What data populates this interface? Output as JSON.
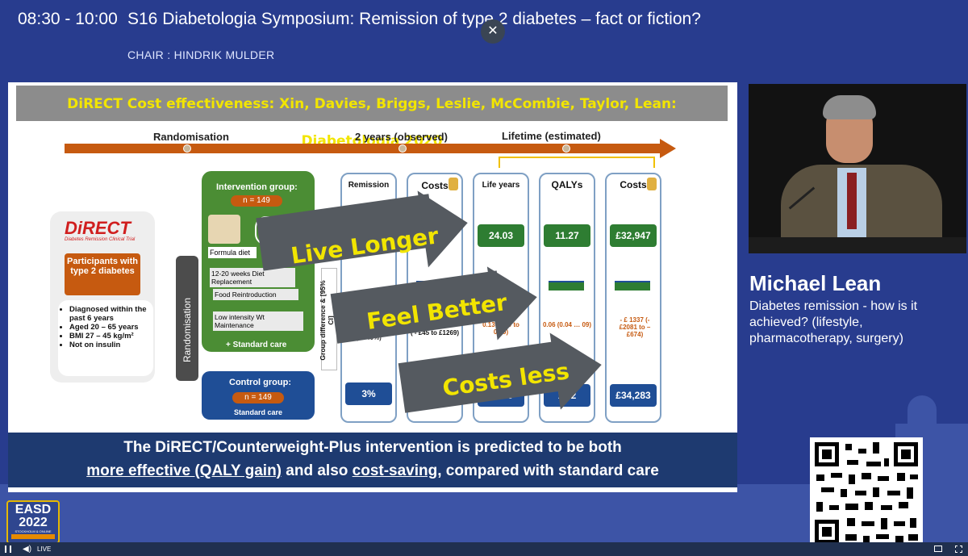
{
  "header": {
    "time": "08:30 - 10:00",
    "title": "S16 Diabetologia Symposium: Remission of type 2 diabetes – fact or fiction?",
    "chair": "CHAIR : HINDRIK MULDER",
    "close_glyph": "✕"
  },
  "slide": {
    "title": "DiRECT Cost effectiveness:  Xin, Davies, Briggs, Leslie, McCombie, Taylor, Lean: Diabetologia 2020",
    "timeline": {
      "randomisation": "Randomisation",
      "two_years": "2 years (observed)",
      "lifetime": "Lifetime (estimated)"
    },
    "direct_logo": "DiRECT",
    "direct_sub": "Diabetes Remission Clinical Trial",
    "participants": "Participants with type 2 diabetes",
    "criteria": [
      "Diagnosed within the past 6 years",
      "Aged 20 – 65 years",
      "BMI 27 – 45 kg/m²",
      "Not on insulin"
    ],
    "randomisation_label": "Randomisation",
    "group_diff_label": "Group difference & [95% CI]",
    "intervention": {
      "title": "Intervention group:",
      "n": "n = 149",
      "formula": "Formula diet",
      "steps": [
        "12-20 weeks Diet Replacement",
        "Food Reintroduction",
        "Low intensity Wt Maintenance"
      ],
      "plus": "+  Standard care"
    },
    "control": {
      "title": "Control group:",
      "n": "n = 149",
      "care": "Standard care"
    },
    "columns": [
      {
        "header": "Remission",
        "top": "",
        "mid": "(… 40%)",
        "bottom": "3%"
      },
      {
        "header": "Costs",
        "top": "",
        "mid": "( - £45 to £1269)",
        "bottom": ""
      },
      {
        "header": "Life years",
        "top": "24.03",
        "mid": "0.13 (0.09 to 0.20)",
        "bottom": "23.89"
      },
      {
        "header": "QALYs",
        "top": "11.27",
        "mid": "0.06 (0.04 … 09)",
        "bottom": "11.2"
      },
      {
        "header": "Costs",
        "top": "£32,947",
        "mid": "- £ 1337 (- £2081 to – £674)",
        "bottom": "£34,283"
      }
    ],
    "arrows": [
      "Live Longer",
      "Feel Better",
      "Costs less"
    ],
    "banner_line1": "The DiRECT/Counterweight-Plus intervention is predicted to be both",
    "banner_line2_a": "more effective (QALY gain)",
    "banner_line2_b": " and also ",
    "banner_line2_c": "cost-saving",
    "banner_line2_d": ", compared with standard care"
  },
  "speaker": {
    "name": "Michael Lean",
    "talk": "Diabetes remission - how is it achieved? (lifestyle, pharmacotherapy, surgery)"
  },
  "logo": {
    "line1": "EASD",
    "line2": "2022",
    "line3": "STOCKHOLM & ONLINE"
  },
  "controls": {
    "live": "LIVE"
  },
  "colors": {
    "background": "#283c8e",
    "accent_orange": "#c65a10",
    "slide_yellow": "#f2e500",
    "green": "#2e7d32",
    "navy": "#1f4e96"
  }
}
